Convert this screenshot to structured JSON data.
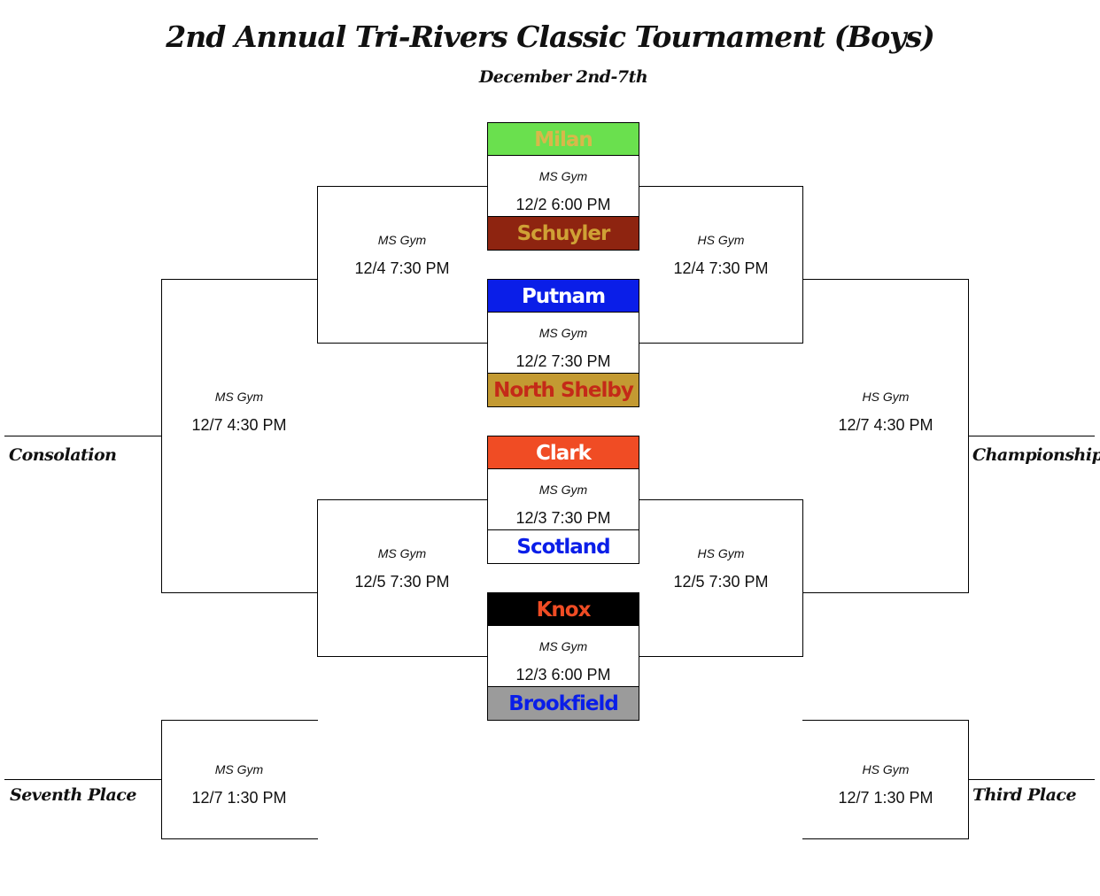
{
  "title": "2nd Annual Tri-Rivers Classic Tournament (Boys)",
  "subtitle": "December 2nd-7th",
  "teams": [
    {
      "name": "Milan",
      "bg": "#6ae04e",
      "fg": "#d8b84a"
    },
    {
      "name": "Schuyler",
      "bg": "#8e2410",
      "fg": "#cfa135"
    },
    {
      "name": "Putnam",
      "bg": "#0a1ee8",
      "fg": "#ffffff"
    },
    {
      "name": "North Shelby",
      "bg": "#c39a32",
      "fg": "#c42a18"
    },
    {
      "name": "Clark",
      "bg": "#f04c24",
      "fg": "#ffffff"
    },
    {
      "name": "Scotland",
      "bg": "#ffffff",
      "fg": "#0a1ee8"
    },
    {
      "name": "Knox",
      "bg": "#000000",
      "fg": "#f04c24"
    },
    {
      "name": "Brookfield",
      "bg": "#9b9b9b",
      "fg": "#0a1ee8"
    }
  ],
  "games": {
    "g1": {
      "loc": "MS Gym",
      "time": "12/2 6:00 PM"
    },
    "g2": {
      "loc": "MS Gym",
      "time": "12/2 7:30 PM"
    },
    "g3": {
      "loc": "MS Gym",
      "time": "12/3 7:30 PM"
    },
    "g4": {
      "loc": "MS Gym",
      "time": "12/3 6:00 PM"
    },
    "ls1": {
      "loc": "MS Gym",
      "time": "12/4 7:30 PM"
    },
    "ws1": {
      "loc": "HS Gym",
      "time": "12/4 7:30 PM"
    },
    "ls2": {
      "loc": "MS Gym",
      "time": "12/5 7:30 PM"
    },
    "ws2": {
      "loc": "HS Gym",
      "time": "12/5 7:30 PM"
    },
    "consolation": {
      "loc": "MS Gym",
      "time": "12/7 4:30 PM"
    },
    "championship": {
      "loc": "HS Gym",
      "time": "12/7 4:30 PM"
    },
    "seventh": {
      "loc": "MS Gym",
      "time": "12/7 1:30 PM"
    },
    "third": {
      "loc": "HS Gym",
      "time": "12/7 1:30 PM"
    }
  },
  "labels": {
    "consolation": "Consolation",
    "championship": "Championship",
    "seventh": "Seventh Place",
    "third": "Third Place"
  }
}
